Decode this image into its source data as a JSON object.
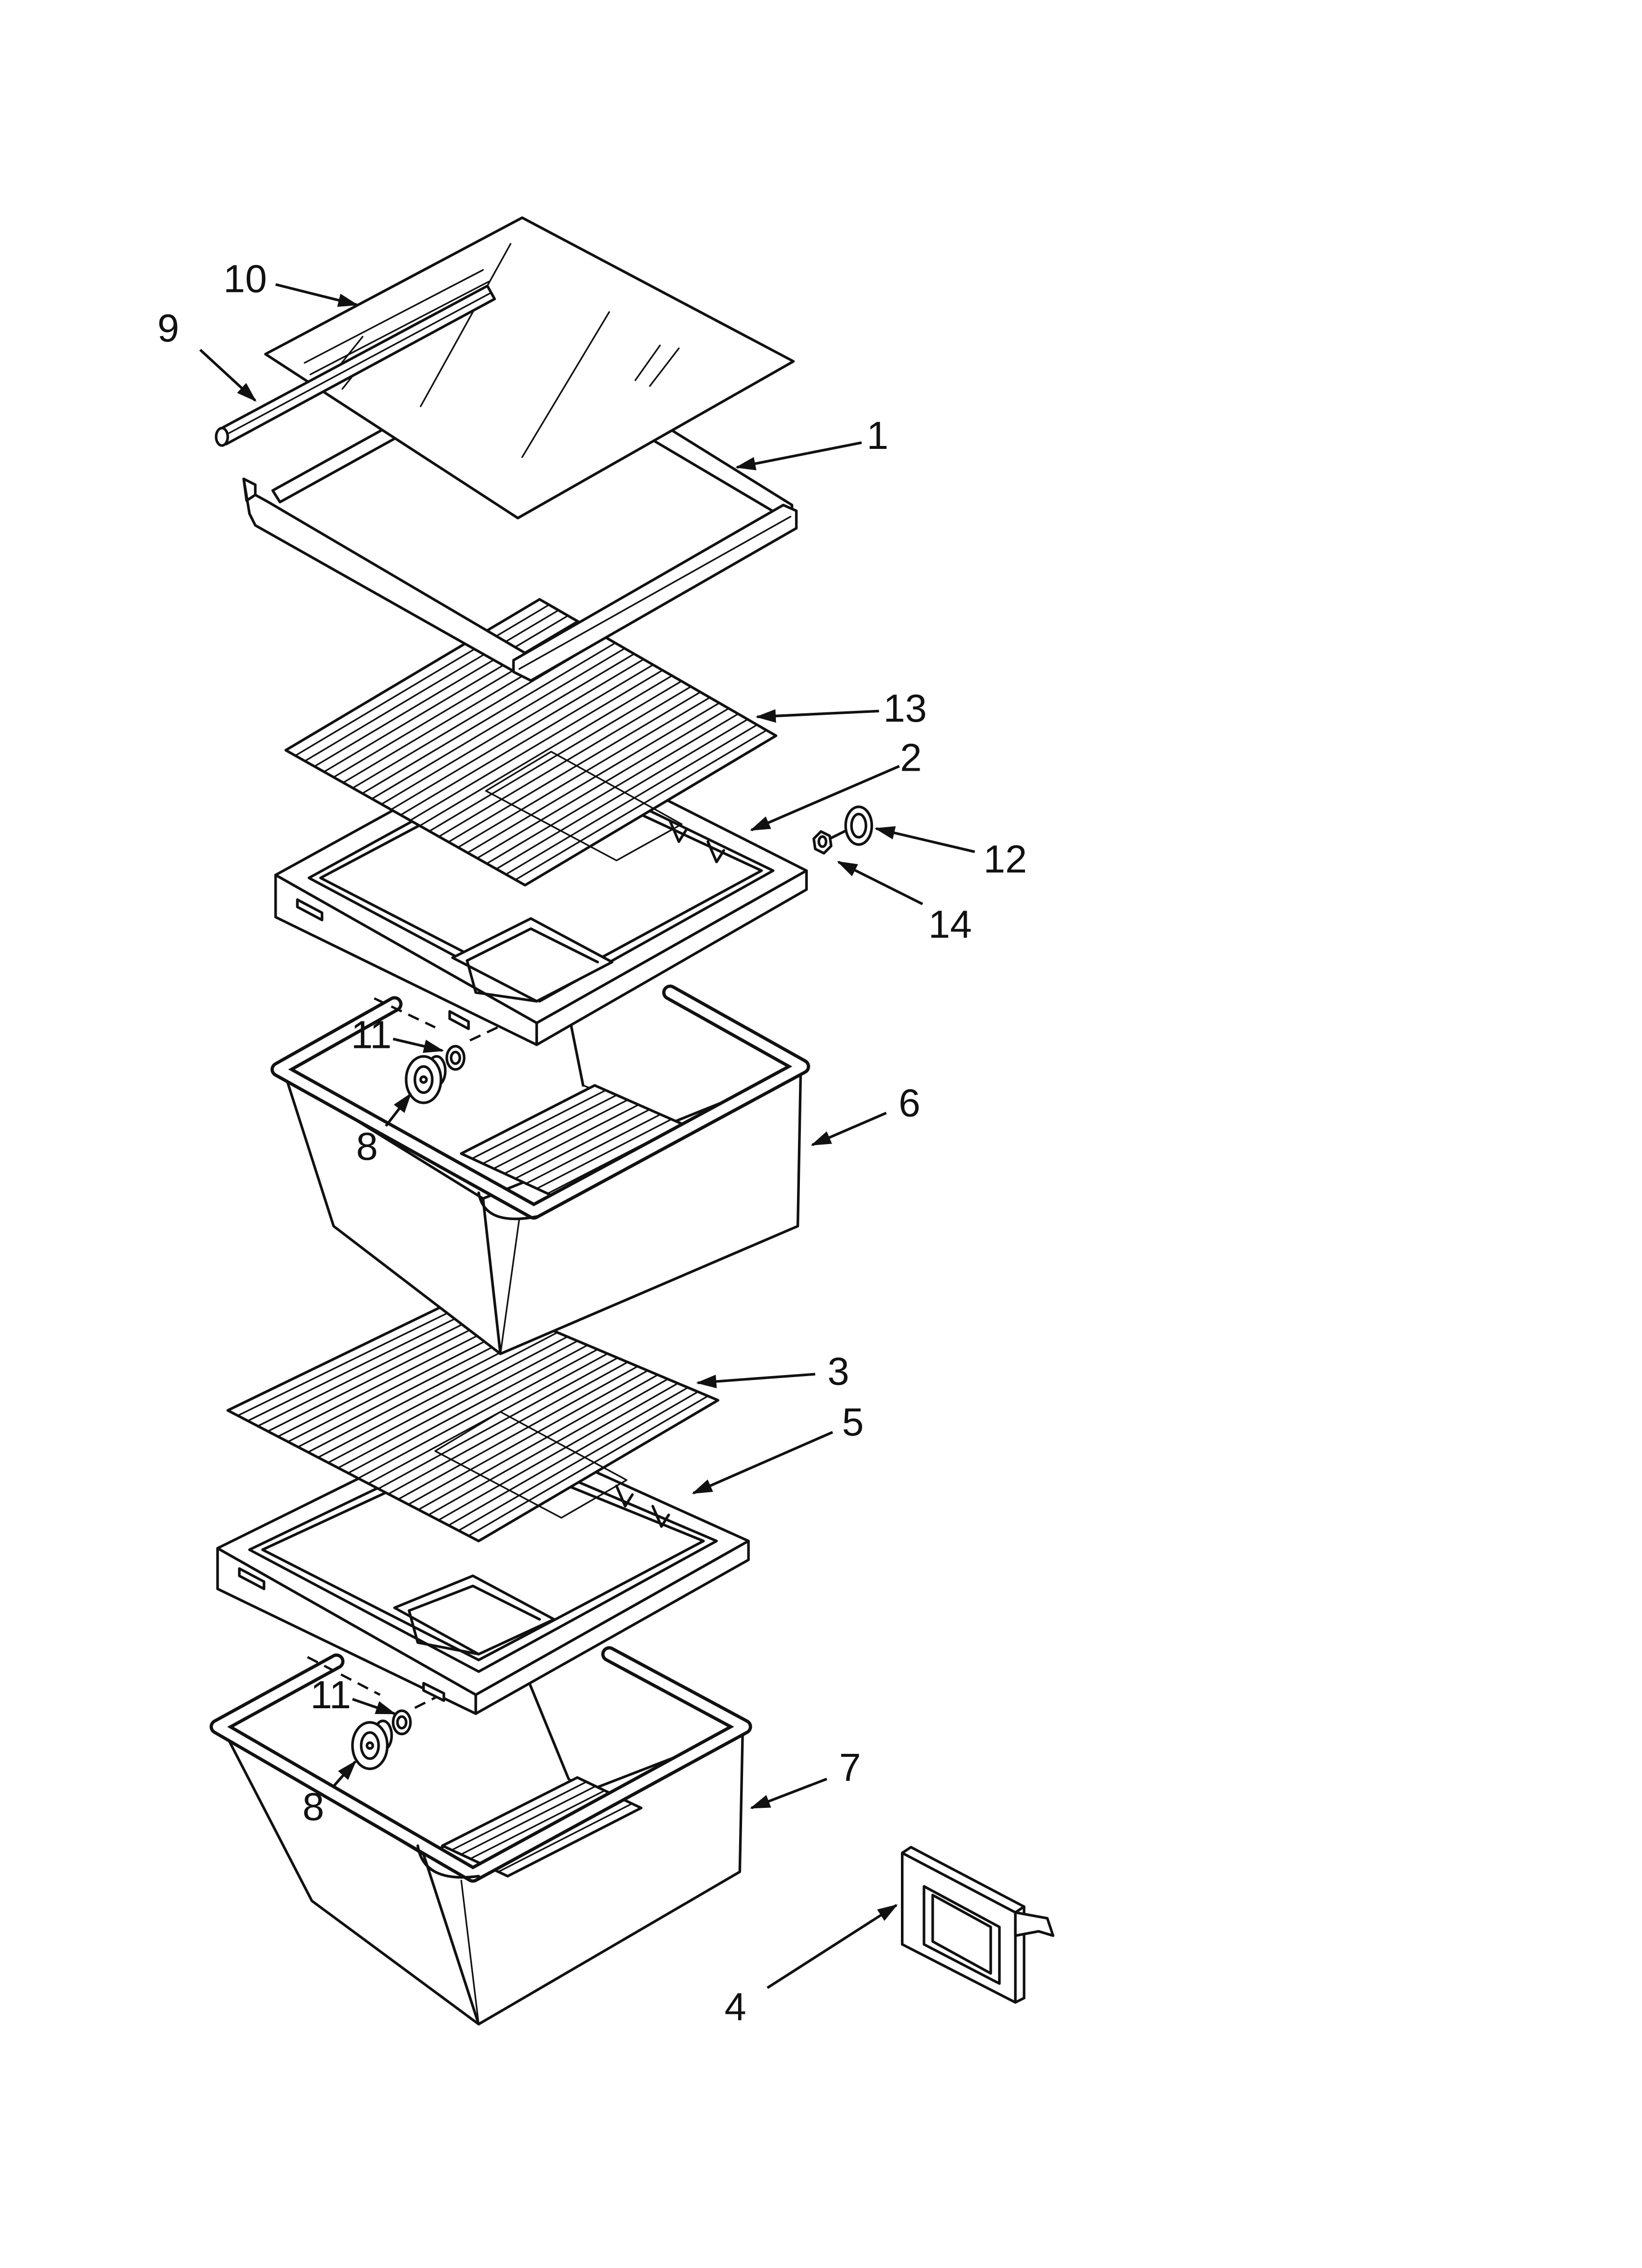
{
  "callouts": [
    {
      "label": "10"
    },
    {
      "label": "9"
    },
    {
      "label": "1"
    },
    {
      "label": "13"
    },
    {
      "label": "2"
    },
    {
      "label": "12"
    },
    {
      "label": "14"
    },
    {
      "label": "11"
    },
    {
      "label": "8"
    },
    {
      "label": "6"
    },
    {
      "label": "3"
    },
    {
      "label": "5"
    },
    {
      "label": "11"
    },
    {
      "label": "8"
    },
    {
      "label": "7"
    },
    {
      "label": "4"
    }
  ]
}
